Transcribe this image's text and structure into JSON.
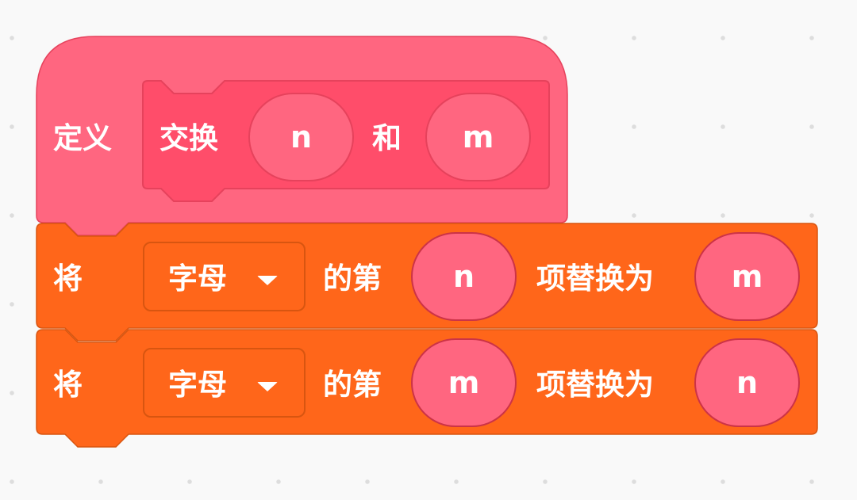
{
  "define_block": {
    "define_label": "定义",
    "proc_name": "交换",
    "param1": "n",
    "connector": "和",
    "param2": "m",
    "color": "#ff6680"
  },
  "replace_blocks": [
    {
      "verb": "将",
      "list_name": "字母",
      "middle_text": "的第",
      "index_value": "n",
      "action_text": "项替换为",
      "new_value": "m"
    },
    {
      "verb": "将",
      "list_name": "字母",
      "middle_text": "的第",
      "index_value": "m",
      "action_text": "项替换为",
      "new_value": "n"
    }
  ],
  "list_block_color": "#ff661a",
  "icons": {
    "dropdown": "caret-down-icon"
  }
}
